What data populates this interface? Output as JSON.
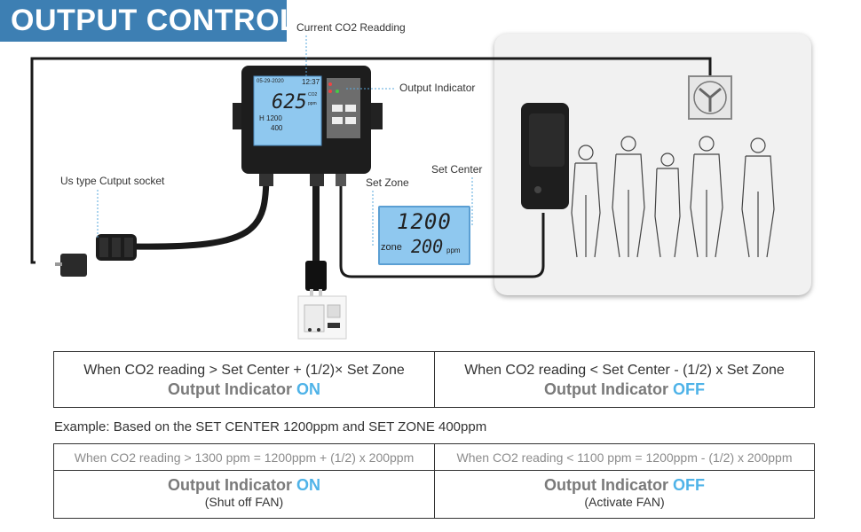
{
  "title": "OUTPUT CONTROL",
  "callouts": {
    "current_reading": "Current CO2 Readding",
    "output_indicator": "Output Indicator",
    "socket": "Us type Cutput socket",
    "set_zone": "Set Zone",
    "set_center": "Set Center"
  },
  "device_lcd": {
    "date": "05-29-2020",
    "time": "12:37",
    "reading": "625",
    "reading_unit_top": "CO2",
    "reading_unit_bottom": "ppm",
    "h_value": "H 1200",
    "zone_value": "400"
  },
  "mini_lcd": {
    "center": "1200",
    "zone_label": "zone",
    "zone": "200",
    "unit": "ppm"
  },
  "table1": {
    "left_condition": "When CO2 reading > Set Center + (1/2)× Set Zone",
    "left_indicator": "Output Indicator",
    "left_state": "ON",
    "right_condition": "When CO2 reading < Set Center - (1/2) x Set Zone",
    "right_indicator": "Output Indicator",
    "right_state": "OFF"
  },
  "example": "Example: Based on the SET CENTER 1200ppm and SET ZONE 400ppm",
  "table2": {
    "left_condition": "When CO2 reading > 1300 ppm = 1200ppm + (1/2) x 200ppm",
    "right_condition": "When CO2 reading < 1100 ppm = 1200ppm - (1/2) x 200ppm",
    "left_indicator": "Output Indicator",
    "left_state": "ON",
    "left_action": "(Shut off FAN)",
    "right_indicator": "Output Indicator",
    "right_state": "OFF",
    "right_action": "(Activate FAN)"
  },
  "colors": {
    "banner": "#3d7fb3",
    "state_highlight": "#4fb3e8",
    "lcd": "#8fc8ef"
  }
}
